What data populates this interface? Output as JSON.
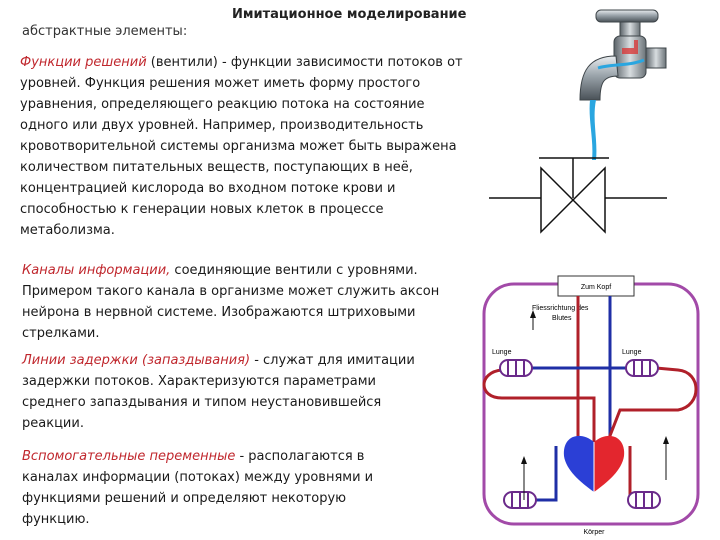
{
  "page": {
    "title": "Имитационное моделирование",
    "subtitle": "абстрактные элементы:"
  },
  "paragraphs": [
    {
      "term": "Функции решений",
      "lines": [
        " (вентили) - функции зависимости потоков от",
        "уровней. Функция решения может иметь форму простого",
        "уравнения, определяющего реакцию потока на состояние",
        "одного или двух уровней. Например, производительность",
        "кровотворительной системы организма может быть выражена",
        "количеством питательных веществ, поступающих в неё,",
        "концентрацией кислорода во входном потоке крови и",
        "способностью к генерации новых клеток в процессе",
        "метаболизма."
      ]
    },
    {
      "term": "Каналы информации,",
      "lines": [
        " соединяющие вентили с уровнями.",
        "Примером такого канала в организме может служить аксон",
        "нейрона в нервной системе. Изображаются штриховыми",
        "стрелками."
      ]
    },
    {
      "term": "Линии задержки (запаздывания)",
      "lines": [
        " - служат для имитации",
        "задержки потоков. Характеризуются параметрами",
        "среднего запаздывания и типом неустановившейся",
        "реакции."
      ]
    },
    {
      "term": "Вспомогательные переменные",
      "lines": [
        " - располагаются в",
        "каналах информации (потоках) между уровнями и",
        "функциями решений и определяют некоторую",
        "функцию."
      ]
    }
  ],
  "diagram": {
    "head_label": "Zum Kopf",
    "flow_label_1": "Fliessrichtung des",
    "flow_label_2": "Blutes",
    "lung_left": "Lunge",
    "lung_right": "Lunge",
    "body_label": "Körper"
  },
  "colors": {
    "term": "#c0272d",
    "artery": "#b0202a",
    "vein": "#1f2fa6",
    "frame": "#a24aa8",
    "heart_red": "#e3262e",
    "heart_blue": "#2b3fd6",
    "water": "#2aa6e0"
  }
}
